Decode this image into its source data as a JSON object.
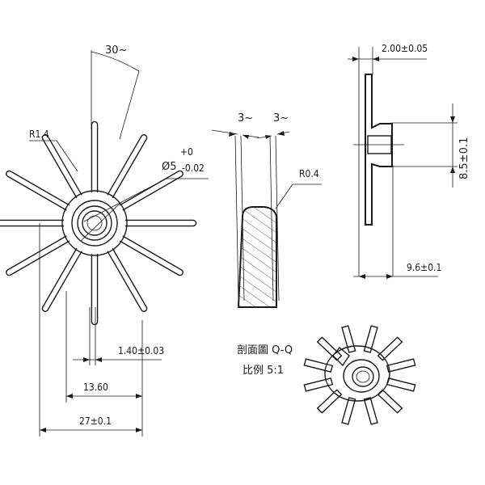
{
  "front_view": {
    "angle_label": "30~",
    "radius_label": "R1.4",
    "diameter_label": "Ø5",
    "tol_upper": "+0",
    "tol_lower": "-0.02",
    "dim_blade": "1.40±0.03",
    "dim_13": "13.60",
    "dim_27": "27±0.1"
  },
  "section_view": {
    "dim_left": "3~",
    "dim_right": "3~",
    "radius_label": "R0.4",
    "caption_line1": "剖面圖 Q-Q",
    "caption_line2": "比例 5:1"
  },
  "side_view": {
    "dim_top": "2.00±0.05",
    "dim_height": "8.5±0.1",
    "dim_bottom": "9.6±0.1"
  }
}
